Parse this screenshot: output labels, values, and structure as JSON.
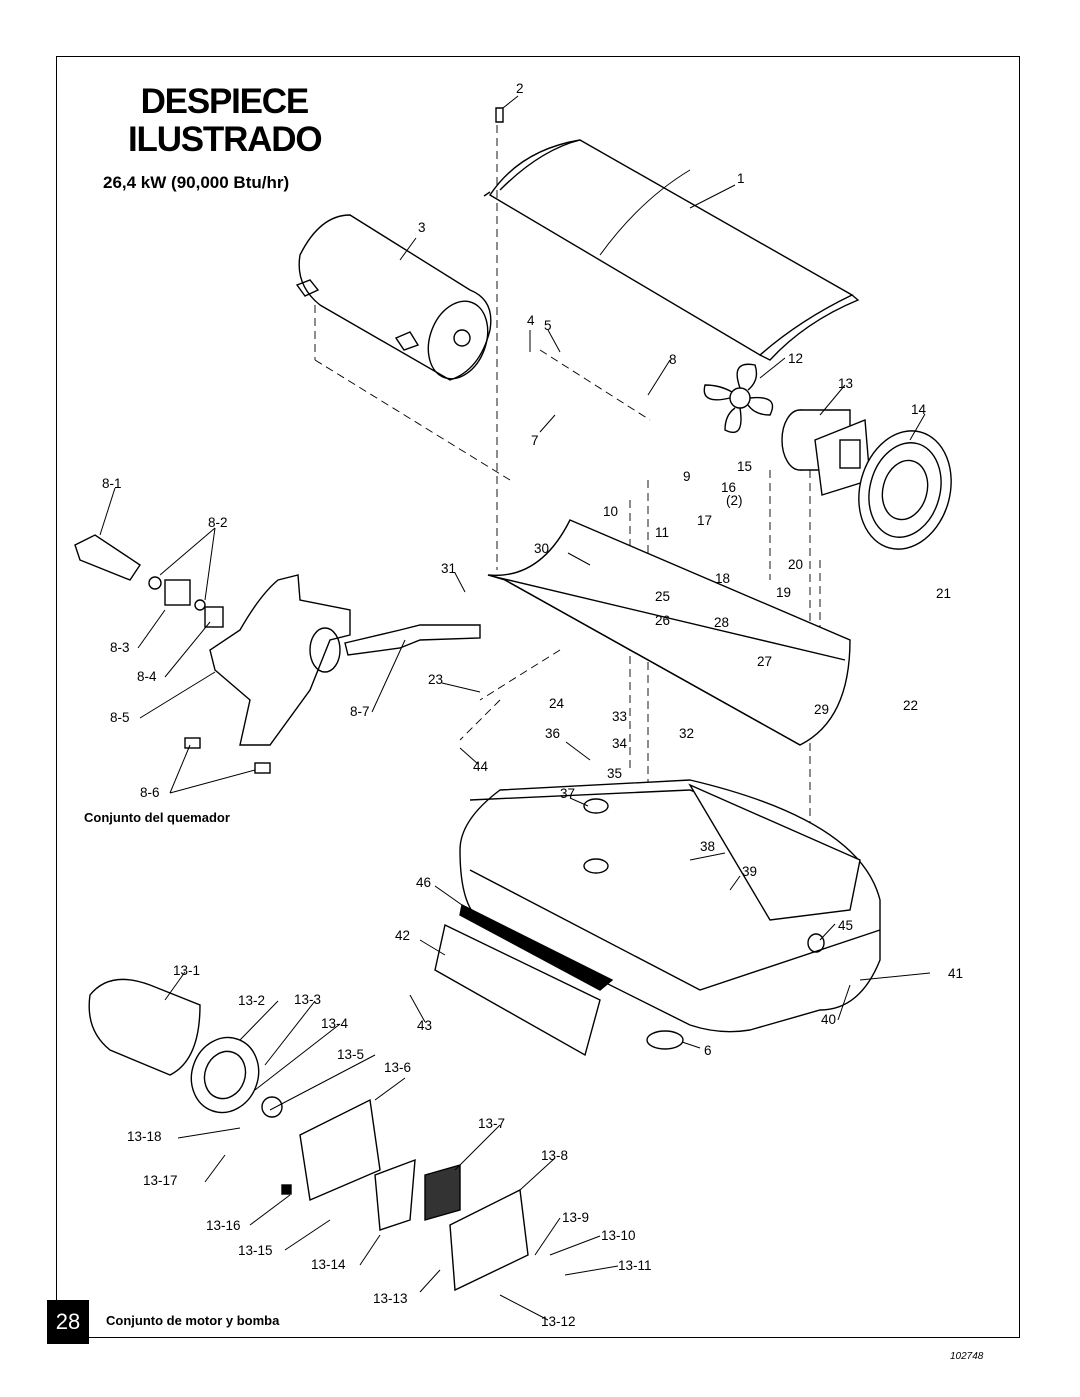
{
  "title_line1": "DESPIECE",
  "title_line2": "ILUSTRADO",
  "subtitle": "26,4 kW (90,000 Btu/hr)",
  "burner_caption": "Conjunto del quemador",
  "motor_caption": "Conjunto de motor y bomba",
  "page_number": "28",
  "drawing_ref": "102748",
  "callouts": [
    "1",
    "2",
    "3",
    "4",
    "5",
    "6",
    "7",
    "8",
    "9",
    "10",
    "11",
    "12",
    "13",
    "14",
    "15",
    "16",
    "(2)",
    "17",
    "18",
    "19",
    "20",
    "21",
    "22",
    "23",
    "24",
    "25",
    "26",
    "27",
    "28",
    "29",
    "30",
    "31",
    "32",
    "33",
    "34",
    "35",
    "36",
    "37",
    "38",
    "39",
    "40",
    "41",
    "42",
    "43",
    "44",
    "45",
    "46",
    "8-1",
    "8-2",
    "8-3",
    "8-4",
    "8-5",
    "8-6",
    "8-7",
    "13-1",
    "13-2",
    "13-3",
    "13-4",
    "13-5",
    "13-6",
    "13-7",
    "13-8",
    "13-9",
    "13-10",
    "13-11",
    "13-12",
    "13-13",
    "13-14",
    "13-15",
    "13-16",
    "13-17",
    "13-18"
  ]
}
